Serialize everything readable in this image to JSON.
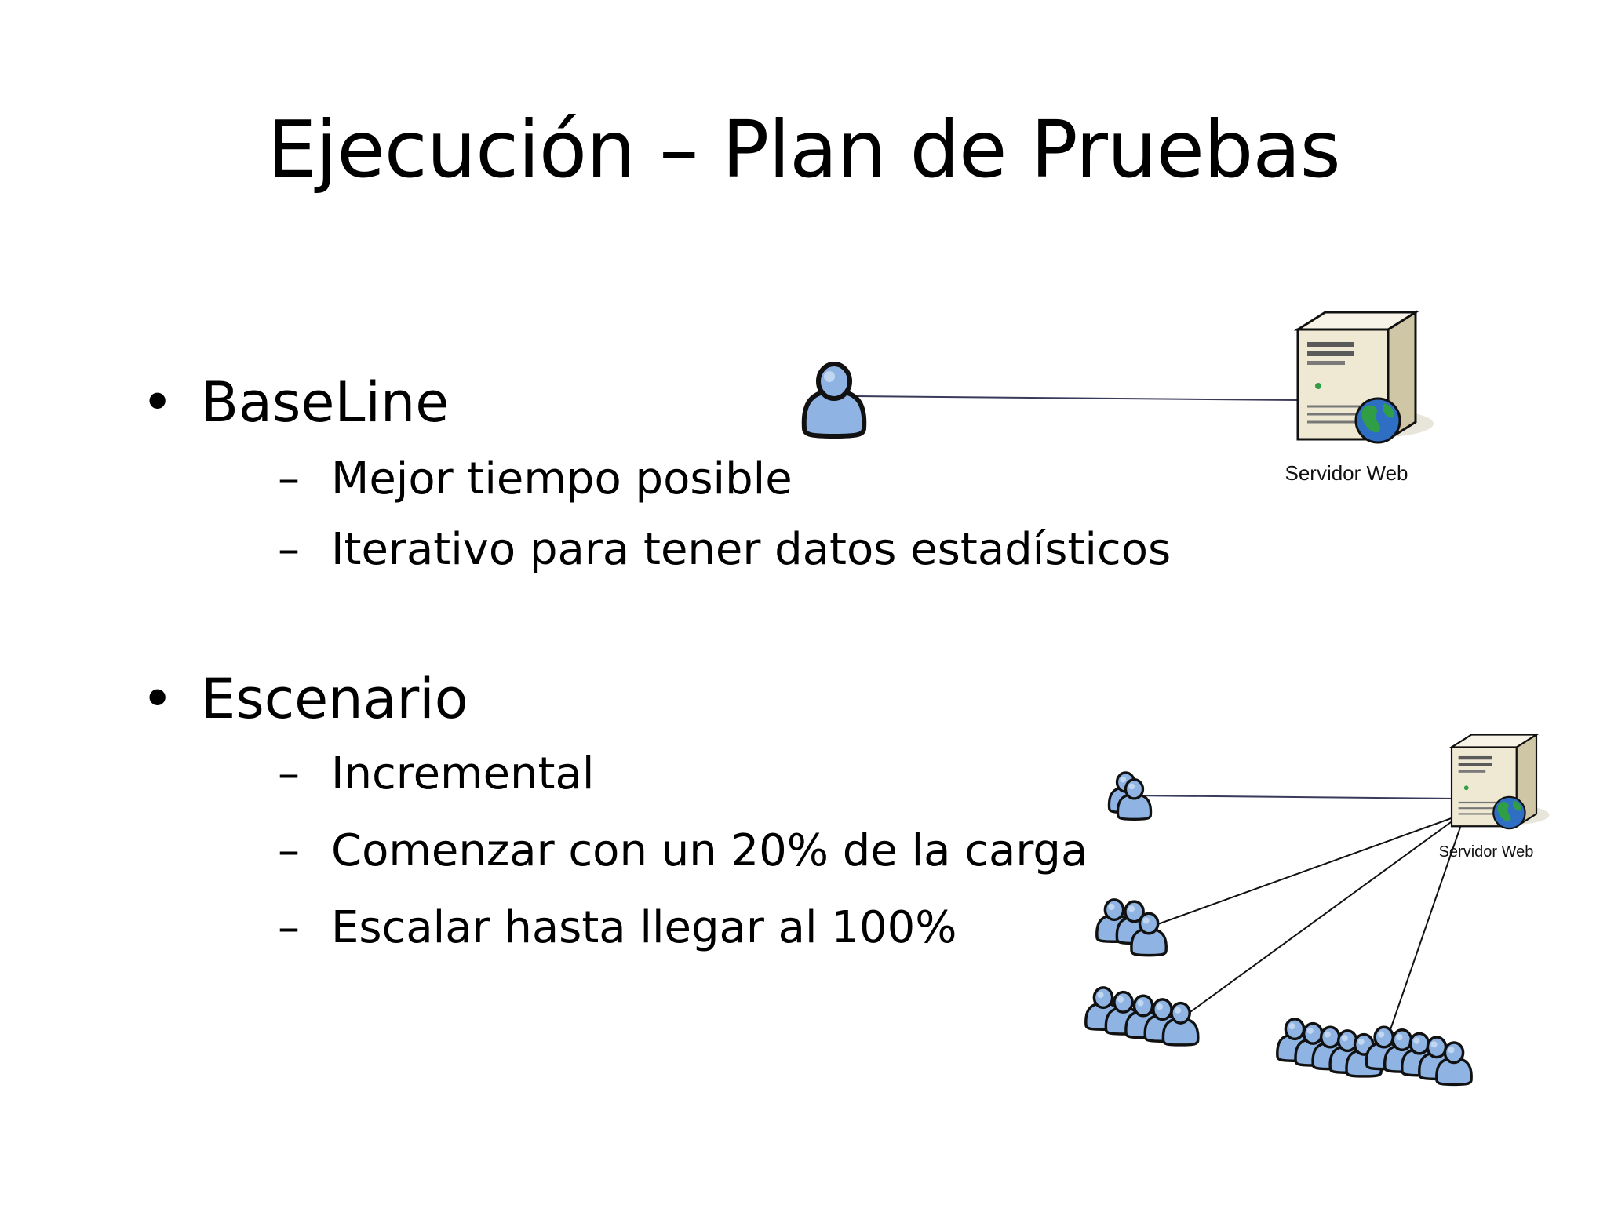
{
  "slide": {
    "title": "Ejecución – Plan de Pruebas",
    "sections": [
      {
        "bullet_symbol": "•",
        "heading": "BaseLine",
        "items": [
          {
            "dash": "–",
            "text": "Mejor tiempo posible"
          },
          {
            "dash": "–",
            "text": "Iterativo para tener datos estadísticos"
          }
        ]
      },
      {
        "bullet_symbol": "•",
        "heading": "Escenario",
        "items": [
          {
            "dash": "–",
            "text": "Incremental"
          },
          {
            "dash": "–",
            "text": "Comenzar con un 20% de la carga"
          },
          {
            "dash": "–",
            "text": "Escalar hasta llegar al 100%"
          }
        ]
      }
    ]
  },
  "diagrams": {
    "baseline": {
      "server_label": "Servidor Web",
      "server_icon": "web-server-icon",
      "client_icon": "user-icon",
      "user_groups": [
        1
      ]
    },
    "escenario": {
      "server_label": "Servidor Web",
      "server_icon": "web-server-icon",
      "client_icon": "user-group-icon",
      "user_groups": [
        2,
        3,
        5,
        10
      ]
    }
  },
  "colors": {
    "user_fill": "#8fb4e3",
    "user_outline": "#111111",
    "server_body": "#e9e2c9",
    "server_front": "#f2eddb",
    "globe": "#2e6fc4",
    "globe_land": "#2f9e44",
    "connector_line": "#3a3a5a"
  }
}
